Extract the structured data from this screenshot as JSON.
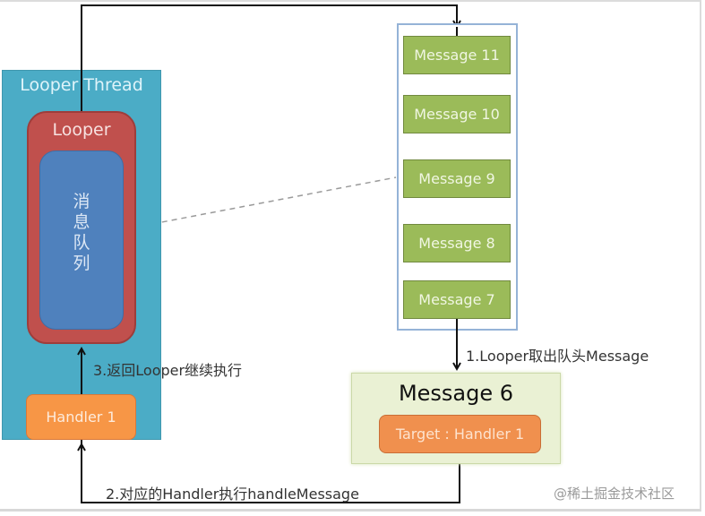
{
  "looper_thread": {
    "title": "Looper Thread",
    "looper": {
      "title": "Looper",
      "message_queue_label": "消息队列"
    },
    "handler_label": "Handler 1"
  },
  "message_queue": {
    "messages": [
      "Message 11",
      "Message 10",
      "Message 9",
      "Message 8",
      "Message 7"
    ]
  },
  "current_message": {
    "title": "Message 6",
    "target_label": "Target : Handler 1"
  },
  "steps": {
    "step1": "1.Looper取出队头Message",
    "step2": "2.对应的Handler执行handleMessage",
    "step3": "3.返回Looper继续执行"
  },
  "watermark": "@稀土掘金技术社区",
  "colors": {
    "thread": "#4bacc6",
    "looper": "#c0504d",
    "queue": "#4f81bd",
    "handler": "#f79646",
    "message": "#9bbb59",
    "current_message_bg": "#eaf1d4"
  }
}
